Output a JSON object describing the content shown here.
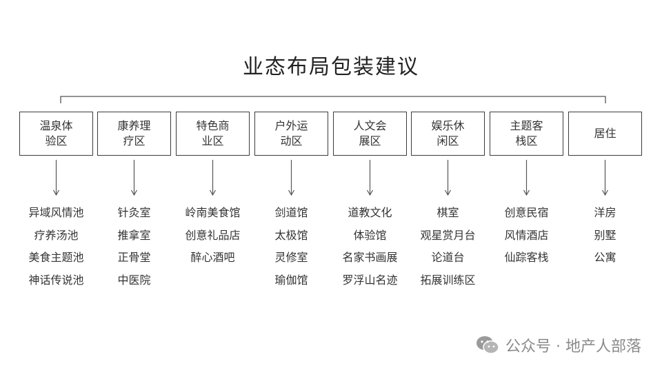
{
  "title": "业态布局包装建议",
  "zones": [
    {
      "name": "温泉体验区",
      "items": [
        "异域风情池",
        "疗养汤池",
        "美食主题池",
        "神话传说池"
      ]
    },
    {
      "name": "康养理疗区",
      "items": [
        "针灸室",
        "推拿室",
        "正骨堂",
        "中医院"
      ]
    },
    {
      "name": "特色商业区",
      "items": [
        "岭南美食馆",
        "创意礼品店",
        "醉心酒吧"
      ]
    },
    {
      "name": "户外运动区",
      "items": [
        "剑道馆",
        "太极馆",
        "灵修室",
        "瑜伽馆"
      ]
    },
    {
      "name": "人文会展区",
      "items": [
        "道教文化",
        "体验馆",
        "名家书画展",
        "罗浮山名迹"
      ]
    },
    {
      "name": "娱乐休闲区",
      "items": [
        "棋室",
        "观星赏月台",
        "论道台",
        "拓展训练区"
      ]
    },
    {
      "name": "主题客栈区",
      "items": [
        "创意民宿",
        "风情酒店",
        "仙踪客栈"
      ]
    },
    {
      "name": "居住",
      "items": [
        "洋房",
        "别墅",
        "公寓"
      ]
    }
  ],
  "watermark": {
    "text": "公众号 · 地产人部落",
    "icon": "wechat-icon"
  },
  "colors": {
    "line": "#555555",
    "box_border": "#3a3a3a",
    "text": "#333333",
    "watermark": "#8a8a8a"
  }
}
